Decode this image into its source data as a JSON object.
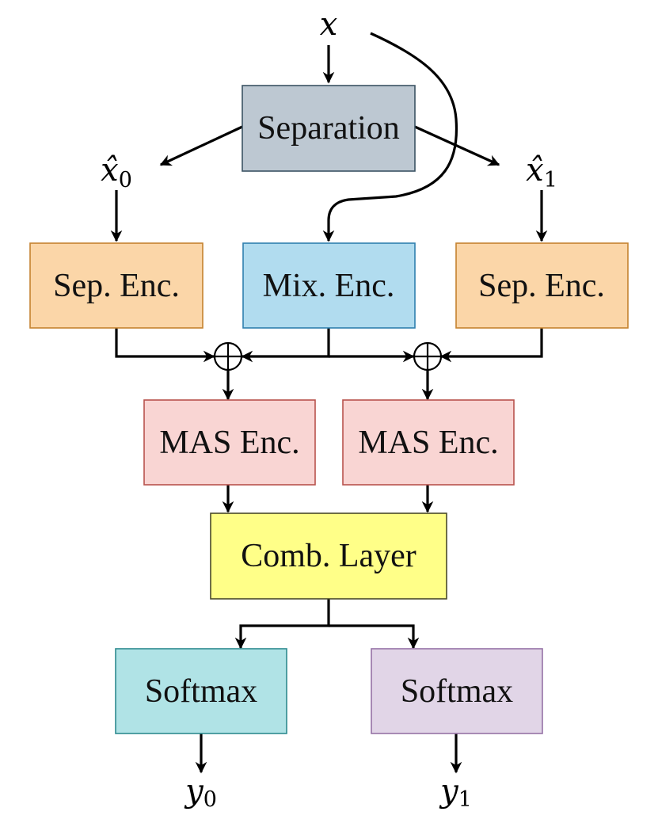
{
  "diagram": {
    "nodes": {
      "separation": {
        "label": "Separation",
        "fill": "#bdc8d2",
        "stroke": "#3b5363"
      },
      "sep_enc_left": {
        "label": "Sep. Enc.",
        "fill": "#fbd6a8",
        "stroke": "#c5822f"
      },
      "mix_enc": {
        "label": "Mix. Enc.",
        "fill": "#b1dcef",
        "stroke": "#2f7fae"
      },
      "sep_enc_right": {
        "label": "Sep. Enc.",
        "fill": "#fbd6a8",
        "stroke": "#c5822f"
      },
      "mas_enc_left": {
        "label": "MAS Enc.",
        "fill": "#f9d5d3",
        "stroke": "#b8534d"
      },
      "mas_enc_right": {
        "label": "MAS Enc.",
        "fill": "#f9d5d3",
        "stroke": "#b8534d"
      },
      "comb_layer": {
        "label": "Comb. Layer",
        "fill": "#ffff88",
        "stroke": "#4a4a2a"
      },
      "softmax_left": {
        "label": "Softmax",
        "fill": "#b0e3e6",
        "stroke": "#2e8a8f"
      },
      "softmax_right": {
        "label": "Softmax",
        "fill": "#e1d5e7",
        "stroke": "#9673a6"
      }
    },
    "variables": {
      "input": {
        "base": "x",
        "sub": ""
      },
      "xhat0": {
        "base": "x̂",
        "sub": "0"
      },
      "xhat1": {
        "base": "x̂",
        "sub": "1"
      },
      "y0": {
        "base": "y",
        "sub": "0"
      },
      "y1": {
        "base": "y",
        "sub": "1"
      }
    },
    "sum_symbol": "⊕"
  }
}
